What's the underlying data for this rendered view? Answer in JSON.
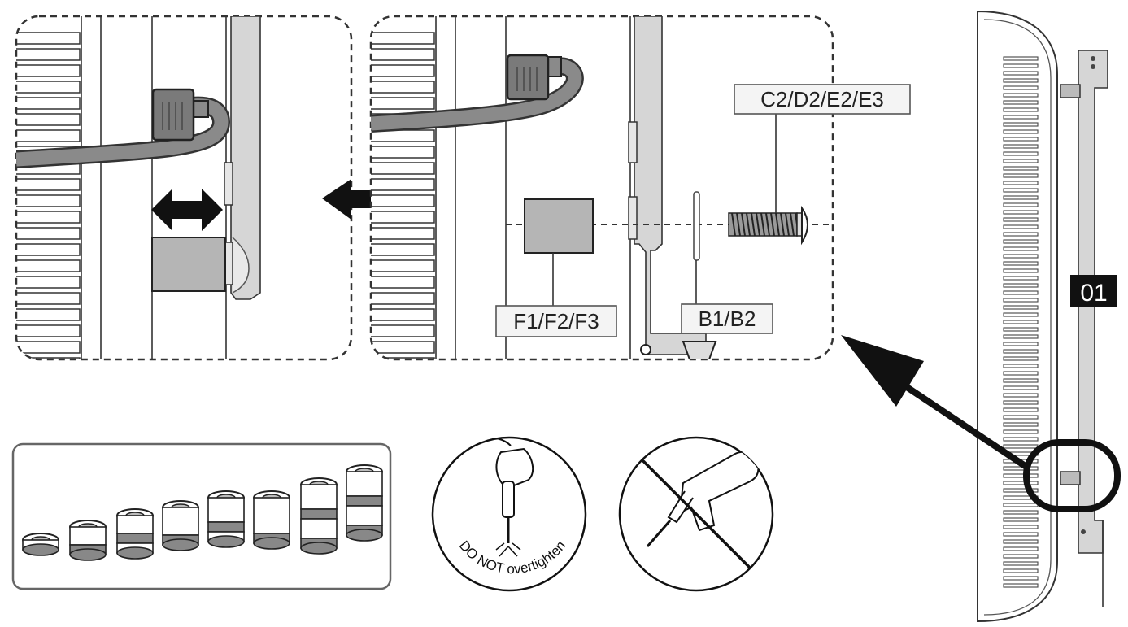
{
  "labels": {
    "screw": "C2/D2/E2/E3",
    "spacer": "F1/F2/F3",
    "washer": "B1/B2",
    "step": "01",
    "warning": "DO NOT overtighten"
  },
  "icons": {
    "move_arrow": "double-arrow-icon",
    "direction_arrow": "left-arrow-icon",
    "zoom_arrow": "pointer-arrow-icon",
    "hand_screwdriver": "screwdriver-icon",
    "power_drill_prohibited": "no-drill-icon"
  },
  "colors": {
    "bracket": "#c8c8c8",
    "spacer": "#b5b5b5",
    "outline": "#222222",
    "step_badge": "#111111"
  }
}
